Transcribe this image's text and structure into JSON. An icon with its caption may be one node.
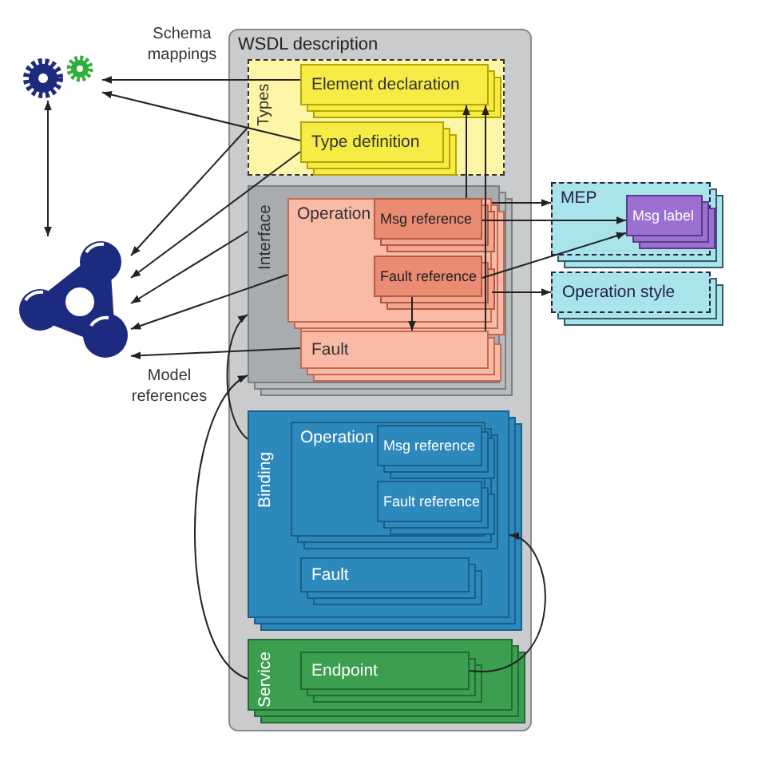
{
  "diagram": {
    "nodes": [
      {
        "text": [
          "WSDL description"
        ]
      },
      {
        "text": [
          "Types"
        ],
        "in": 0
      },
      {
        "text": [
          "Element declaration"
        ],
        "in": 1
      },
      {
        "text": [
          "Type definition"
        ],
        "in": 1
      },
      {
        "text": [
          "Interface"
        ],
        "in": 0
      },
      {
        "text": [
          "Operation"
        ],
        "in": 4
      },
      {
        "text": [
          "Msg reference"
        ],
        "in": 5
      },
      {
        "text": [
          "Fault reference"
        ],
        "in": 5
      },
      {
        "text": [
          "Fault"
        ],
        "in": 4
      },
      {
        "text": [
          "Binding"
        ],
        "in": 0
      },
      {
        "text": [
          "Operation"
        ],
        "in": 9
      },
      {
        "text": [
          "Msg reference"
        ],
        "in": 10
      },
      {
        "text": [
          "Fault reference"
        ],
        "in": 10
      },
      {
        "text": [
          "Fault"
        ],
        "in": 9
      },
      {
        "text": [
          "Service"
        ],
        "in": 0
      },
      {
        "text": [
          "Endpoint"
        ],
        "in": 14
      },
      {
        "text": [
          "MEP"
        ]
      },
      {
        "text": [
          "Msg label"
        ],
        "in": 16
      },
      {
        "text": [
          "Operation style"
        ]
      },
      {
        "text": [],
        "shape": "picture"
      },
      {
        "text": [],
        "shape": "picture"
      }
    ],
    "edges": [
      {
        "from": 2,
        "to": 19,
        "arrow": "to"
      },
      {
        "from": 3,
        "to": 19,
        "arrow": "to"
      },
      {
        "from": 19,
        "to": 20,
        "arrow": "both"
      },
      {
        "from": 1,
        "to": 20,
        "arrow": "to"
      },
      {
        "from": 3,
        "to": 20,
        "arrow": "to"
      },
      {
        "from": 4,
        "to": 20,
        "arrow": "to"
      },
      {
        "from": 5,
        "to": 20,
        "arrow": "to"
      },
      {
        "from": 8,
        "to": 20,
        "arrow": "to"
      },
      {
        "from": 6,
        "to": 2,
        "arrow": "to"
      },
      {
        "from": 8,
        "to": 2,
        "arrow": "to"
      },
      {
        "from": 7,
        "to": 8,
        "arrow": "to"
      },
      {
        "from": 5,
        "to": 16,
        "arrow": "to"
      },
      {
        "from": 6,
        "to": 17,
        "arrow": "to"
      },
      {
        "from": 7,
        "to": 17,
        "arrow": "to"
      },
      {
        "from": 5,
        "to": 18,
        "arrow": "to"
      },
      {
        "from": 9,
        "to": 4,
        "arrow": "to"
      },
      {
        "from": 14,
        "to": 4,
        "arrow": "to"
      },
      {
        "from": 15,
        "to": 9,
        "arrow": "to"
      }
    ],
    "labels": [
      "Schema mappings",
      "Model references"
    ]
  }
}
